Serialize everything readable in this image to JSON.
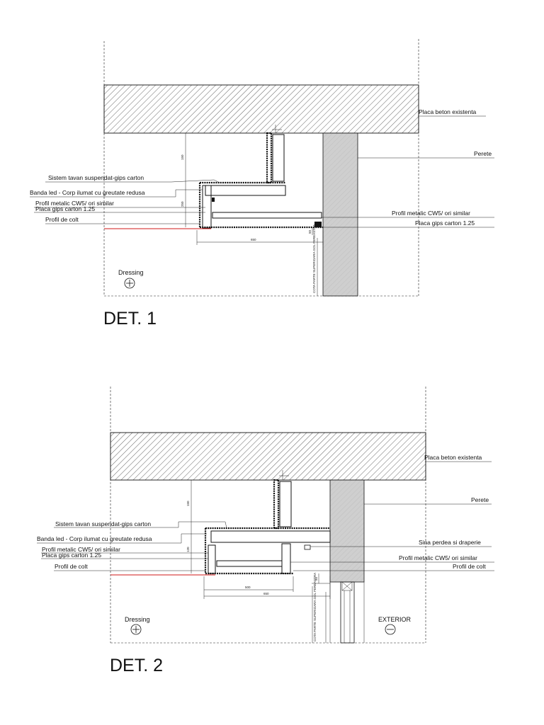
{
  "details": [
    {
      "title": "DET. 1",
      "labels": {
        "placa_beton": "Placa beton existenta",
        "perete": "Perete",
        "sistem_tavan": "Sistem tavan suspendat-gips carton",
        "banda_led": "Banda led - Corp ilumat cu greutate redusa",
        "profil_metalic_left": "Profil metalic CW5/ ori similar",
        "placa_gips_left": "Placa gips carton 1.25",
        "profil_colt_left": "Profil de colt",
        "profil_metalic_right": "Profil metalic CW5/ ori similar",
        "placa_gips_right": "Placa gips carton 1.25"
      },
      "room_left": "Dressing",
      "dims": {
        "width": "650",
        "height_top": "150",
        "height_mid": "250",
        "small": "50"
      },
      "wall_note": "COTA PARTE SUPERIOARA GOL FEREASTRA"
    },
    {
      "title": "DET. 2",
      "labels": {
        "placa_beton": "Placa beton existenta",
        "perete": "Perete",
        "sistem_tavan": "Sistem tavan suspendat-gips carton",
        "banda_led": "Banda led - Corp ilumat cu greutate redusa",
        "profil_metalic_left": "Profil metalic CW5/ ori similar",
        "placa_gips_left": "Placa gips carton 1.25",
        "profil_colt_left": "Profil de colt",
        "sina_perdea": "Sina perdea si draperie",
        "profil_metalic_right": "Profil metalic CW5/ ori similar",
        "profil_colt_right": "Profil de colt"
      },
      "room_left": "Dressing",
      "room_right": "EXTERIOR",
      "dims": {
        "width_inner": "500",
        "width_outer": "650",
        "height_top": "150",
        "height_mid": "120",
        "small": "50"
      },
      "wall_note": "COTA PARTE SUPERIOARA GOL FEREASTRA"
    }
  ],
  "icons": {
    "plus": "plus-circle-icon",
    "minus": "minus-circle-icon"
  },
  "colors": {
    "line": "#111111",
    "red_line": "#d01818",
    "wall_fill": "#cfcfcf"
  }
}
